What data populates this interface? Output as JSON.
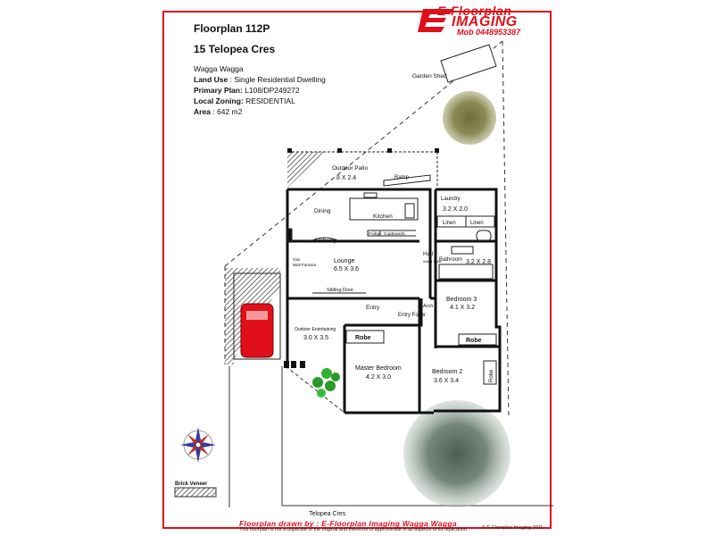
{
  "header": {
    "title": "Floorplan 112P",
    "address": "15 Telopea Cres",
    "suburb": "Wagga Wagga",
    "land_use_label": "Land Use",
    "land_use_value": " : Single Residential Dwelling",
    "primary_plan_label": "Primary Plan:",
    "primary_plan_value": " L108/DP249272",
    "zoning_label": "Local Zoning:",
    "zoning_value": " RESIDENTIAL",
    "area_label": "Area",
    "area_value": " : 642 m2"
  },
  "logo": {
    "line1": "E-Floorplan",
    "line2": "IMAGING",
    "mobile": "Mob 0448953387"
  },
  "rooms": {
    "garden_shed": "Garden Shed",
    "patio": "Outdoor Patio",
    "patio_size": "8 X 2.4",
    "ramp": "Ramp",
    "laundry": "Laundry",
    "laundry_size": "3.2 X 2.0",
    "dining": "Dining",
    "kitchen": "Kitchen",
    "linen1": "Linen",
    "linen2": "Linen",
    "archway": "Archway",
    "fridge": "Fridge",
    "cupboards": "Cupboards",
    "hall": "Hall",
    "width_note": "Width 1 Mtr",
    "bathroom": "Bathroom",
    "bathroom_size": "3.2 X 2.8",
    "gas": "Gas",
    "wall_furnace": "Wall Furnace",
    "lounge": "Lounge",
    "lounge_size": "6.5 X 3.6",
    "sliding_door": "Sliding Door",
    "bedroom3": "Bedroom 3",
    "bedroom3_size": "4.1 X 3.2",
    "entry": "Entry",
    "arch": "Arch",
    "entry_foyer": "Entry Foyer",
    "outdoor_ent": "Outdoor Entertaining",
    "outdoor_ent_size": "3.0 X 3.5",
    "robe1": "Robe",
    "robe2": "Robe",
    "robe3": "Robe",
    "master": "Master Bedroom",
    "master_size": "4.2 X 3.0",
    "bedroom2": "Bedroom 2",
    "bedroom2_size": "3.6 X 3.4"
  },
  "site": {
    "brick_veneer": "Brick Veneer",
    "street": "Telopea Cres"
  },
  "footer": {
    "drawn_by": "Floorplan drawn by : E-Floorplan Imaging Wagga Wagga",
    "disclaimer": "This floorplan is not a duplicate of the original  and therefore is approximate in all aspects of its replication",
    "copyright": "© E-Floorplan Imaging 2011"
  },
  "colors": {
    "brand_red": "#e0101a",
    "wall": "#111111",
    "car": "#e0101a"
  }
}
